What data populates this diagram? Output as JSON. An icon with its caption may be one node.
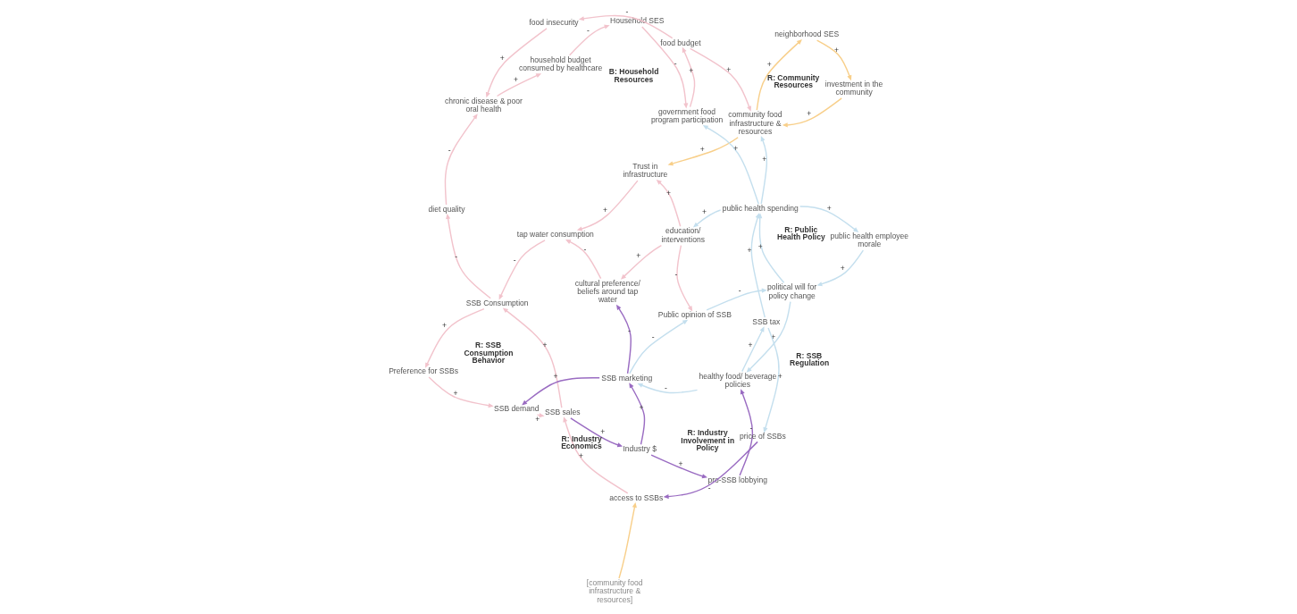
{
  "diagram": {
    "nodes": [
      {
        "text": [
          "diet quality"
        ]
      },
      {
        "text": [
          "neighborhood SES"
        ]
      },
      {
        "text": [
          "investment in the community"
        ]
      },
      {
        "text": [
          "tap water consumption"
        ]
      },
      {
        "text": [
          "SSB Consumption"
        ]
      },
      {
        "text": [
          "SSB sales"
        ]
      },
      {
        "text": [
          "[community food infrastructure & resources]"
        ]
      },
      {
        "text": [
          "access to SSBs"
        ]
      },
      {
        "text": [
          "chronic disease & poor oral health"
        ]
      },
      {
        "text": [
          "Trust in infrastructure"
        ]
      },
      {
        "text": [
          "SSB demand"
        ]
      },
      {
        "text": [
          "Preference for SSBs"
        ]
      },
      {
        "text": [
          "cultural preference/ beliefs around tap water"
        ]
      },
      {
        "text": [
          "household budget consumed by healthcare"
        ]
      },
      {
        "text": [
          "food insecurity"
        ]
      },
      {
        "text": [
          "community food infrastructure & resources"
        ]
      },
      {
        "text": [
          "SSB marketing"
        ]
      },
      {
        "text": [
          "education/ interventions"
        ]
      },
      {
        "text": [
          "Household SES"
        ]
      },
      {
        "text": [
          "food budget"
        ]
      },
      {
        "text": [
          "Public opinion of SSB"
        ]
      },
      {
        "text": [
          "Industry $"
        ]
      },
      {
        "text": [
          "political will for policy change"
        ]
      },
      {
        "text": [
          "healthy food/ beverage policies"
        ]
      },
      {
        "text": [
          "government food program participation"
        ]
      },
      {
        "text": [
          "public health spending"
        ]
      },
      {
        "text": [
          "pro-SSB lobbying"
        ]
      },
      {
        "text": [
          "price of SSBs"
        ]
      },
      {
        "text": [
          "public health employee morale"
        ]
      },
      {
        "text": [
          "SSB tax"
        ]
      }
    ],
    "edges": [
      {
        "from": 4,
        "to": 0,
        "arrow": "to",
        "label": "-"
      },
      {
        "from": 0,
        "to": 8,
        "arrow": "to",
        "label": "-"
      },
      {
        "from": 8,
        "to": 13,
        "arrow": "to",
        "label": "+"
      },
      {
        "from": 13,
        "to": 18,
        "arrow": "to",
        "label": "-"
      },
      {
        "from": 18,
        "to": 24,
        "arrow": "to",
        "label": "-"
      },
      {
        "from": 24,
        "to": 19,
        "arrow": "to",
        "label": "+"
      },
      {
        "from": 19,
        "to": 14,
        "arrow": "to",
        "label": "-"
      },
      {
        "from": 19,
        "to": 15,
        "arrow": "to",
        "label": "+"
      },
      {
        "from": 14,
        "to": 8,
        "arrow": "to",
        "label": "+"
      },
      {
        "from": 1,
        "to": 2,
        "arrow": "to",
        "label": "+",
        "color": "#f8cf8a"
      },
      {
        "from": 2,
        "to": 15,
        "arrow": "to",
        "label": "+",
        "color": "#f8cf8a"
      },
      {
        "from": 15,
        "to": 1,
        "arrow": "to",
        "label": "+",
        "color": "#f8cf8a"
      },
      {
        "from": 15,
        "to": 9,
        "arrow": "to",
        "label": "+",
        "color": "#f8cf8a"
      },
      {
        "from": 9,
        "to": 3,
        "arrow": "to",
        "label": "+"
      },
      {
        "from": 3,
        "to": 4,
        "arrow": "to",
        "label": "-"
      },
      {
        "from": 12,
        "to": 3,
        "arrow": "to",
        "label": "-"
      },
      {
        "from": 17,
        "to": 9,
        "arrow": "to",
        "label": "+"
      },
      {
        "from": 17,
        "to": 12,
        "arrow": "to",
        "label": "+"
      },
      {
        "from": 17,
        "to": 20,
        "arrow": "to",
        "label": "-"
      },
      {
        "from": 4,
        "to": 11,
        "arrow": "to",
        "label": "+"
      },
      {
        "from": 11,
        "to": 10,
        "arrow": "to",
        "label": "+"
      },
      {
        "from": 10,
        "to": 5,
        "arrow": "to",
        "label": "+"
      },
      {
        "from": 5,
        "to": 4,
        "arrow": "to",
        "label": "+"
      },
      {
        "from": 7,
        "to": 5,
        "arrow": "to",
        "label": "+"
      },
      {
        "from": 6,
        "to": 7,
        "arrow": "to",
        "color": "#f8cf8a"
      },
      {
        "from": 5,
        "to": 21,
        "arrow": "to",
        "label": "+",
        "color": "#9a6cc2"
      },
      {
        "from": 16,
        "to": 10,
        "arrow": "to",
        "label": "+",
        "color": "#9a6cc2"
      },
      {
        "from": 16,
        "to": 12,
        "arrow": "to",
        "label": "-",
        "color": "#9a6cc2"
      },
      {
        "from": 21,
        "to": 16,
        "arrow": "to",
        "label": "+",
        "color": "#9a6cc2"
      },
      {
        "from": 21,
        "to": 26,
        "arrow": "to",
        "label": "+",
        "color": "#9a6cc2"
      },
      {
        "from": 26,
        "to": 23,
        "arrow": "to",
        "label": "-",
        "color": "#9a6cc2"
      },
      {
        "from": 27,
        "to": 7,
        "arrow": "to",
        "label": "-",
        "color": "#9a6cc2"
      },
      {
        "from": 16,
        "to": 20,
        "arrow": "to",
        "label": "-",
        "color": "#c4dfee"
      },
      {
        "from": 23,
        "to": 16,
        "arrow": "to",
        "label": "-",
        "color": "#c4dfee"
      },
      {
        "from": 20,
        "to": 22,
        "arrow": "to",
        "label": "-",
        "color": "#c4dfee"
      },
      {
        "from": 22,
        "to": 23,
        "arrow": "to",
        "label": "+",
        "color": "#c4dfee"
      },
      {
        "from": 22,
        "to": 25,
        "arrow": "to",
        "label": "+",
        "color": "#c4dfee"
      },
      {
        "from": 25,
        "to": 17,
        "arrow": "to",
        "label": "+",
        "color": "#c4dfee"
      },
      {
        "from": 25,
        "to": 15,
        "arrow": "to",
        "label": "+",
        "color": "#c4dfee"
      },
      {
        "from": 25,
        "to": 24,
        "arrow": "to",
        "label": "+",
        "color": "#c4dfee"
      },
      {
        "from": 25,
        "to": 28,
        "arrow": "to",
        "label": "+",
        "color": "#c4dfee"
      },
      {
        "from": 29,
        "to": 25,
        "arrow": "to",
        "label": "+",
        "color": "#c4dfee"
      },
      {
        "from": 28,
        "to": 22,
        "arrow": "to",
        "label": "+",
        "color": "#c4dfee"
      },
      {
        "from": 23,
        "to": 29,
        "arrow": "to",
        "label": "+",
        "color": "#c4dfee"
      },
      {
        "from": 29,
        "to": 27,
        "arrow": "to",
        "label": "+",
        "color": "#c4dfee"
      }
    ],
    "labels": [
      "R: Community Resources",
      "R: SSB Consumption Behavior",
      "R: Industry Economics",
      "B: Household Resources",
      "R: Public Health Policy",
      "R: SSB Regulation",
      "R: Industry Involvement in Policy"
    ]
  }
}
